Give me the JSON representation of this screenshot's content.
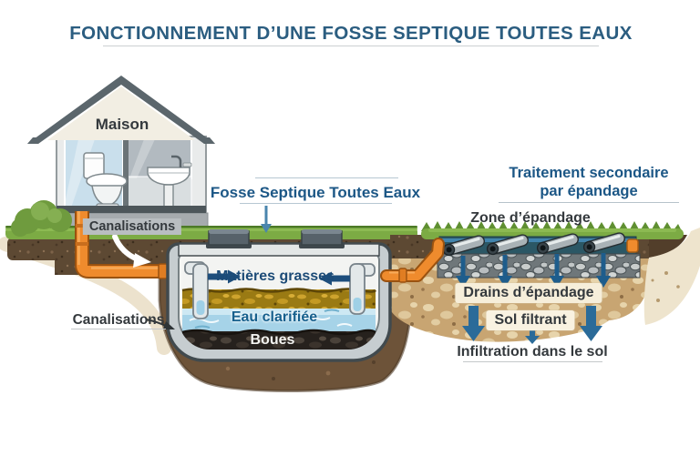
{
  "title": "FONCTIONNEMENT D’UNE FOSSE SEPTIQUE TOUTES EAUX",
  "house": {
    "label": "Maison",
    "pipes_label": "Canalisations",
    "fixtures": [
      "toilet-icon",
      "sink-icon"
    ]
  },
  "tank": {
    "label": "Fosse Septique Toutes Eaux",
    "pipes_label": "Canalisations",
    "layers": {
      "scum": "Matières grasses",
      "clarified_water": "Eau clarifiée",
      "sludge": "Boues"
    }
  },
  "drainfield": {
    "heading_line1": "Traitement secondaire",
    "heading_line2": "par épandage",
    "zone_label": "Zone d’épandage",
    "drains_label": "Drains d’épandage",
    "filter_soil_label": "Sol filtrant",
    "infiltration_label": "Infiltration dans le sol",
    "drain_pipe_count": 4
  },
  "colors": {
    "title_blue": "#2b5d80",
    "label_blue": "#1c5786",
    "text_dark": "#34393d",
    "pipe_orange": "#ef8b2d",
    "grass_green": "#7cab44",
    "topsoil_brown": "#5d4933",
    "tank_surround_brown": "#6d5339",
    "sand_tan": "#c8a572",
    "scum_gold": "#9a7a13",
    "water_blue": "#a6d3e8",
    "sludge_black": "#26211d",
    "arrow_blue": "#1e5d8c"
  }
}
